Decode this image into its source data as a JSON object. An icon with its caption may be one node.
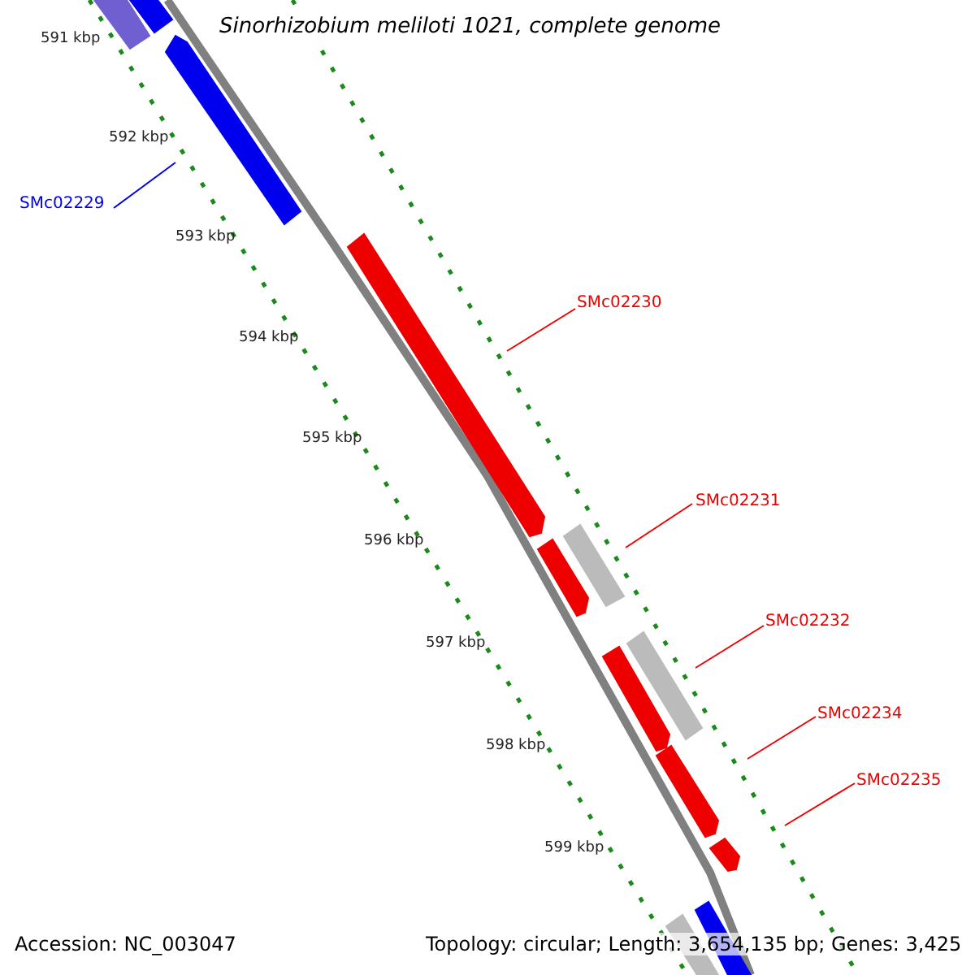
{
  "diagram": {
    "title": "Sinorhizobium meliloti 1021, complete genome",
    "nodes": [
      {
        "text": [
          "SMc02229"
        ]
      },
      {
        "text": [
          "SMc02230"
        ]
      },
      {
        "text": [
          "SMc02231"
        ]
      },
      {
        "text": [
          "SMc02232"
        ]
      },
      {
        "text": [
          "SMc02234"
        ]
      },
      {
        "text": [
          "SMc02235"
        ]
      }
    ],
    "edges": [
      {
        "from": 0,
        "to": null,
        "arrow": "none",
        "color": "#0000ee"
      },
      {
        "from": 1,
        "to": null,
        "arrow": "none"
      },
      {
        "from": 2,
        "to": null,
        "arrow": "none"
      },
      {
        "from": 3,
        "to": null,
        "arrow": "none"
      },
      {
        "from": 4,
        "to": null,
        "arrow": "none"
      },
      {
        "from": 5,
        "to": null,
        "arrow": "none"
      }
    ],
    "labels": [
      "591 kbp",
      "592 kbp",
      "593 kbp",
      "594 kbp",
      "595 kbp",
      "596 kbp",
      "597 kbp",
      "598 kbp",
      "599 kbp",
      "Accession: NC_003047",
      "Topology: circular; Length: 3,654,135 bp; Genes: 3,425"
    ]
  }
}
